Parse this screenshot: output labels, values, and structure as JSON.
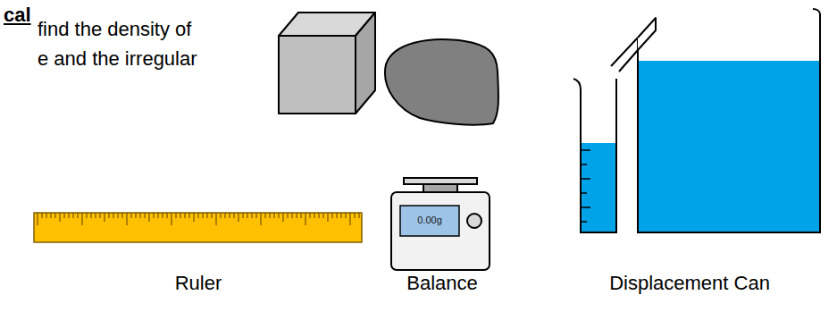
{
  "diagram": {
    "title": "cal",
    "labels": [
      "find the density of",
      "e and the irregular",
      "0.00g",
      "Ruler",
      "Balance",
      "Displacement Can"
    ]
  }
}
